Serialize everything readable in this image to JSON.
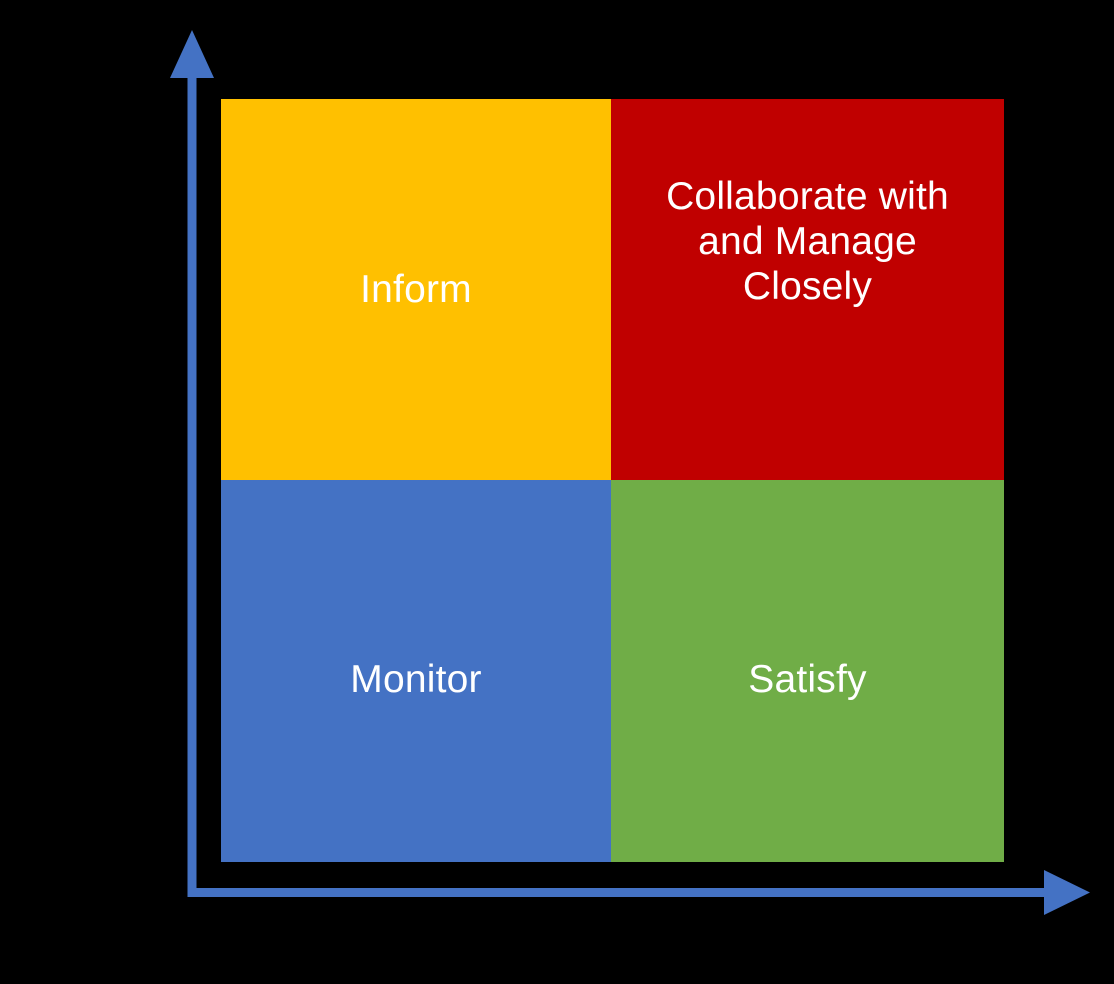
{
  "diagram": {
    "type": "2x2-matrix",
    "background_color": "#000000",
    "axis_color": "#4472C4",
    "label_color": "#FFFFFF",
    "y_axis": {
      "name": "vertical-axis-arrow",
      "direction": "up",
      "label": ""
    },
    "x_axis": {
      "name": "horizontal-axis-arrow",
      "direction": "right",
      "label": ""
    },
    "quadrants": [
      {
        "key": "inform",
        "label": "Inform",
        "color": "#FFC000",
        "position": "top-left"
      },
      {
        "key": "collaborate",
        "label": "Collaborate with\nand Manage\nClosely",
        "color": "#C00000",
        "position": "top-right"
      },
      {
        "key": "monitor",
        "label": "Monitor",
        "color": "#4472C4",
        "position": "bottom-left"
      },
      {
        "key": "satisfy",
        "label": "Satisfy",
        "color": "#70AD47",
        "position": "bottom-right"
      }
    ]
  }
}
